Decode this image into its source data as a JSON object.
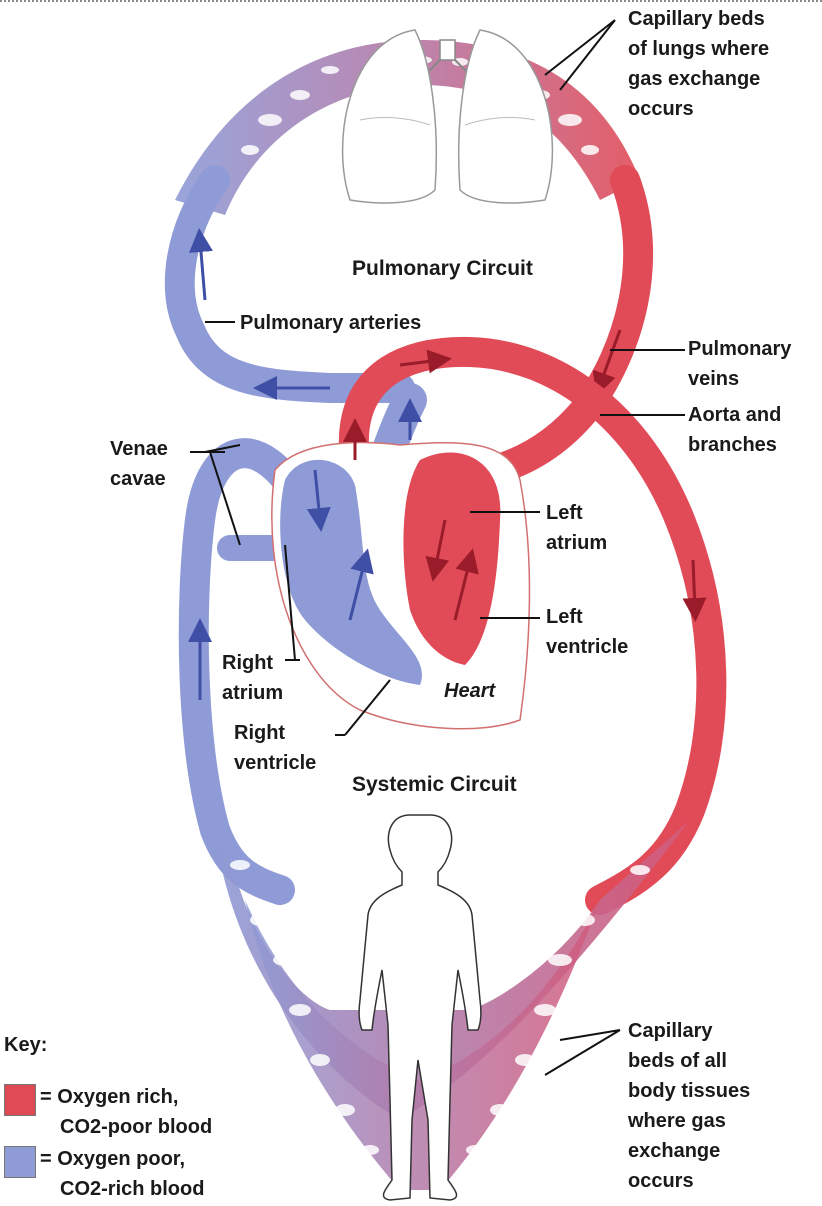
{
  "colors": {
    "oxygen_rich": "#e14b57",
    "oxygen_poor": "#8e9bd6",
    "capillary_mix": "#b478a6"
  },
  "labels": {
    "capillary_lungs": [
      "Capillary beds",
      "of lungs where",
      "gas exchange",
      "occurs"
    ],
    "pulmonary_circuit": "Pulmonary Circuit",
    "pulmonary_arteries": "Pulmonary arteries",
    "pulmonary_veins": [
      "Pulmonary",
      "veins"
    ],
    "aorta": [
      "Aorta and",
      "branches"
    ],
    "venae_cavae": [
      "Venae",
      "cavae"
    ],
    "left_atrium": [
      "Left",
      "atrium"
    ],
    "left_ventricle": [
      "Left",
      "ventricle"
    ],
    "right_atrium": [
      "Right",
      "atrium"
    ],
    "heart": "Heart",
    "right_ventricle": [
      "Right",
      "ventricle"
    ],
    "systemic_circuit": "Systemic Circuit",
    "capillary_body": [
      "Capillary",
      "beds of all",
      "body tissues",
      "where gas",
      "exchange",
      "occurs"
    ]
  },
  "key": {
    "title": "Key:",
    "items": [
      {
        "color": "#e14b57",
        "lines": [
          "= Oxygen rich,",
          "CO2-poor blood"
        ]
      },
      {
        "color": "#8e9bd6",
        "lines": [
          "= Oxygen poor,",
          "CO2-rich blood"
        ]
      }
    ]
  }
}
